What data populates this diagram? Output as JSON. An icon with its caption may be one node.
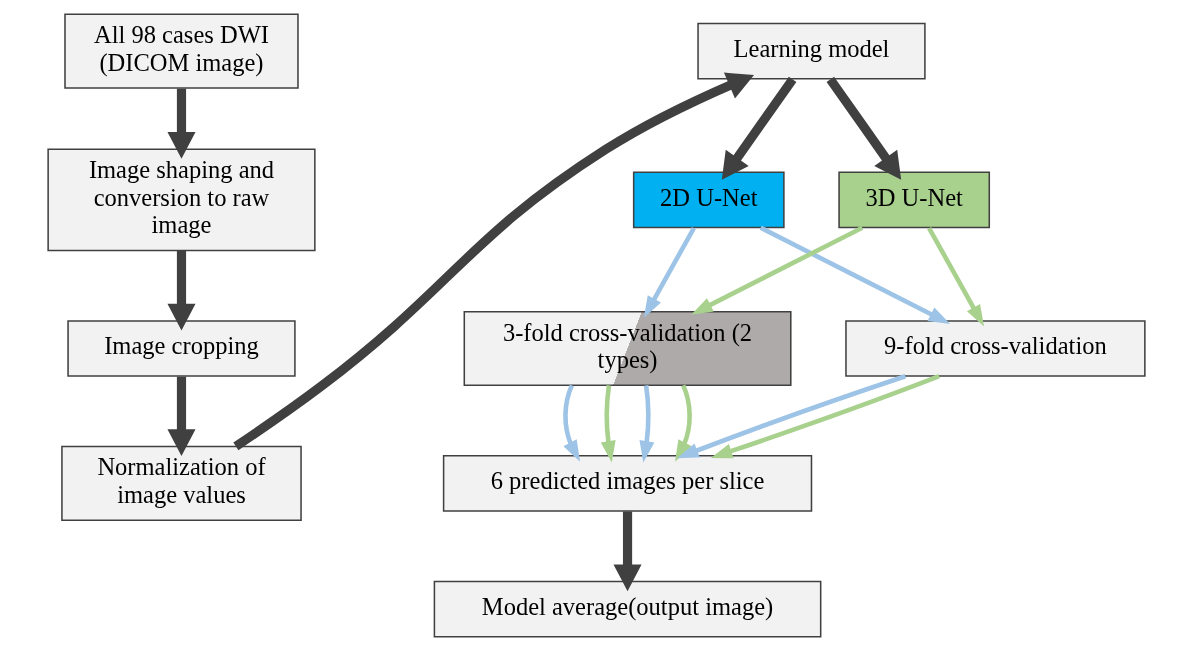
{
  "diagram": {
    "nodes": [
      {
        "text": [
          "All 98 cases DWI (DICOM image)"
        ]
      },
      {
        "text": [
          "Image shaping and conversion to raw image"
        ]
      },
      {
        "text": [
          "Image cropping"
        ]
      },
      {
        "text": [
          "Normalization of image values"
        ]
      },
      {
        "text": [
          "Learning model"
        ]
      },
      {
        "text": [
          "2D U-Net"
        ]
      },
      {
        "text": [
          "3D U-Net"
        ]
      },
      {
        "text": [
          "3-fold cross-validation (2 types)"
        ]
      },
      {
        "text": [
          "9-fold cross-validation"
        ]
      },
      {
        "text": [
          "6 predicted images per slice"
        ]
      },
      {
        "text": [
          "Model average(output image)"
        ]
      }
    ],
    "edges": [
      {
        "from": 0,
        "to": 1,
        "arrow": "to",
        "style": "thick"
      },
      {
        "from": 1,
        "to": 2,
        "arrow": "to",
        "style": "thick"
      },
      {
        "from": 2,
        "to": 3,
        "arrow": "to",
        "style": "thick"
      },
      {
        "from": 3,
        "to": 4,
        "arrow": "to",
        "style": "thick"
      },
      {
        "from": 4,
        "to": 5,
        "arrow": "to",
        "style": "thick"
      },
      {
        "from": 4,
        "to": 6,
        "arrow": "to",
        "style": "thick"
      },
      {
        "from": 5,
        "to": 7,
        "arrow": "to",
        "color": "#9dc3e6"
      },
      {
        "from": 5,
        "to": 8,
        "arrow": "to",
        "color": "#9dc3e6"
      },
      {
        "from": 6,
        "to": 7,
        "arrow": "to",
        "color": "#a9d18e"
      },
      {
        "from": 6,
        "to": 8,
        "arrow": "to",
        "color": "#a9d18e"
      },
      {
        "from": 7,
        "to": 9,
        "arrow": "to",
        "color": "#9dc3e6"
      },
      {
        "from": 7,
        "to": 9,
        "arrow": "to",
        "color": "#a9d18e"
      },
      {
        "from": 7,
        "to": 9,
        "arrow": "to",
        "color": "#9dc3e6"
      },
      {
        "from": 7,
        "to": 9,
        "arrow": "to",
        "color": "#a9d18e"
      },
      {
        "from": 8,
        "to": 9,
        "arrow": "to",
        "color": "#9dc3e6"
      },
      {
        "from": 8,
        "to": 9,
        "arrow": "to",
        "color": "#a9d18e"
      },
      {
        "from": 9,
        "to": 10,
        "arrow": "to",
        "style": "thick"
      }
    ]
  }
}
